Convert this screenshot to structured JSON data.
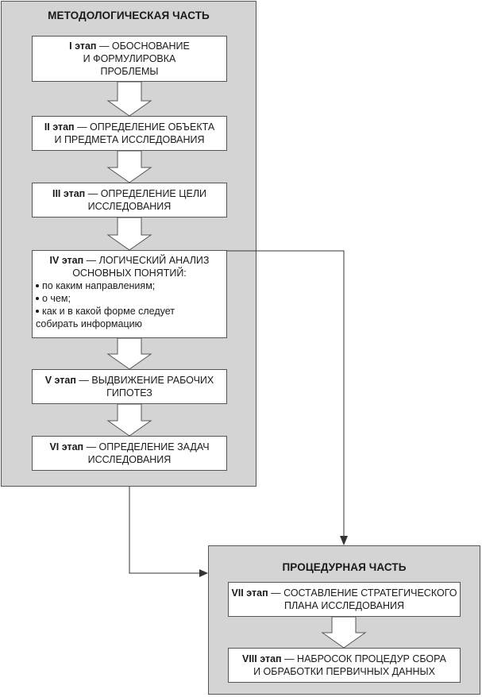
{
  "methodological": {
    "title": "МЕТОДОЛОГИЧЕСКАЯ ЧАСТЬ",
    "stages": [
      {
        "num": "I этап",
        "text_lines": [
          "— ОБОСНОВАНИЕ",
          "И ФОРМУЛИРОВКА",
          "ПРОБЛЕМЫ"
        ]
      },
      {
        "num": "II этап",
        "text_lines": [
          "— ОПРЕДЕЛЕНИЕ ОБЪЕКТА",
          "И ПРЕДМЕТА ИССЛЕДОВАНИЯ"
        ]
      },
      {
        "num": "III этап",
        "text_lines": [
          "— ОПРЕДЕЛЕНИЕ ЦЕЛИ",
          "ИССЛЕДОВАНИЯ"
        ]
      },
      {
        "num": "IV этап",
        "text_lines": [
          "— ЛОГИЧЕСКИЙ АНАЛИЗ",
          "ОСНОВНЫХ ПОНЯТИЙ:"
        ],
        "bullets": [
          "по каким направлениям;",
          "о чем;",
          "как и в какой форме следует"
        ],
        "tail": "собирать информацию"
      },
      {
        "num": "V этап",
        "text_lines": [
          "— ВЫДВИЖЕНИЕ РАБОЧИХ",
          "ГИПОТЕЗ"
        ]
      },
      {
        "num": "VI этап",
        "text_lines": [
          "— ОПРЕДЕЛЕНИЕ  ЗАДАЧ",
          "ИССЛЕДОВАНИЯ"
        ]
      }
    ]
  },
  "procedural": {
    "title": "ПРОЦЕДУРНАЯ ЧАСТЬ",
    "stages": [
      {
        "num": "VII этап",
        "text_lines": [
          "— СОСТАВЛЕНИЕ СТРАТЕГИЧЕСКОГО",
          "ПЛАНА ИССЛЕДОВАНИЯ"
        ]
      },
      {
        "num": "VIII этап",
        "text_lines": [
          "— НАБРОСОК ПРОЦЕДУР СБОРА",
          "И  ОБРАБОТКИ  ПЕРВИЧНЫХ  ДАННЫХ"
        ]
      }
    ]
  }
}
